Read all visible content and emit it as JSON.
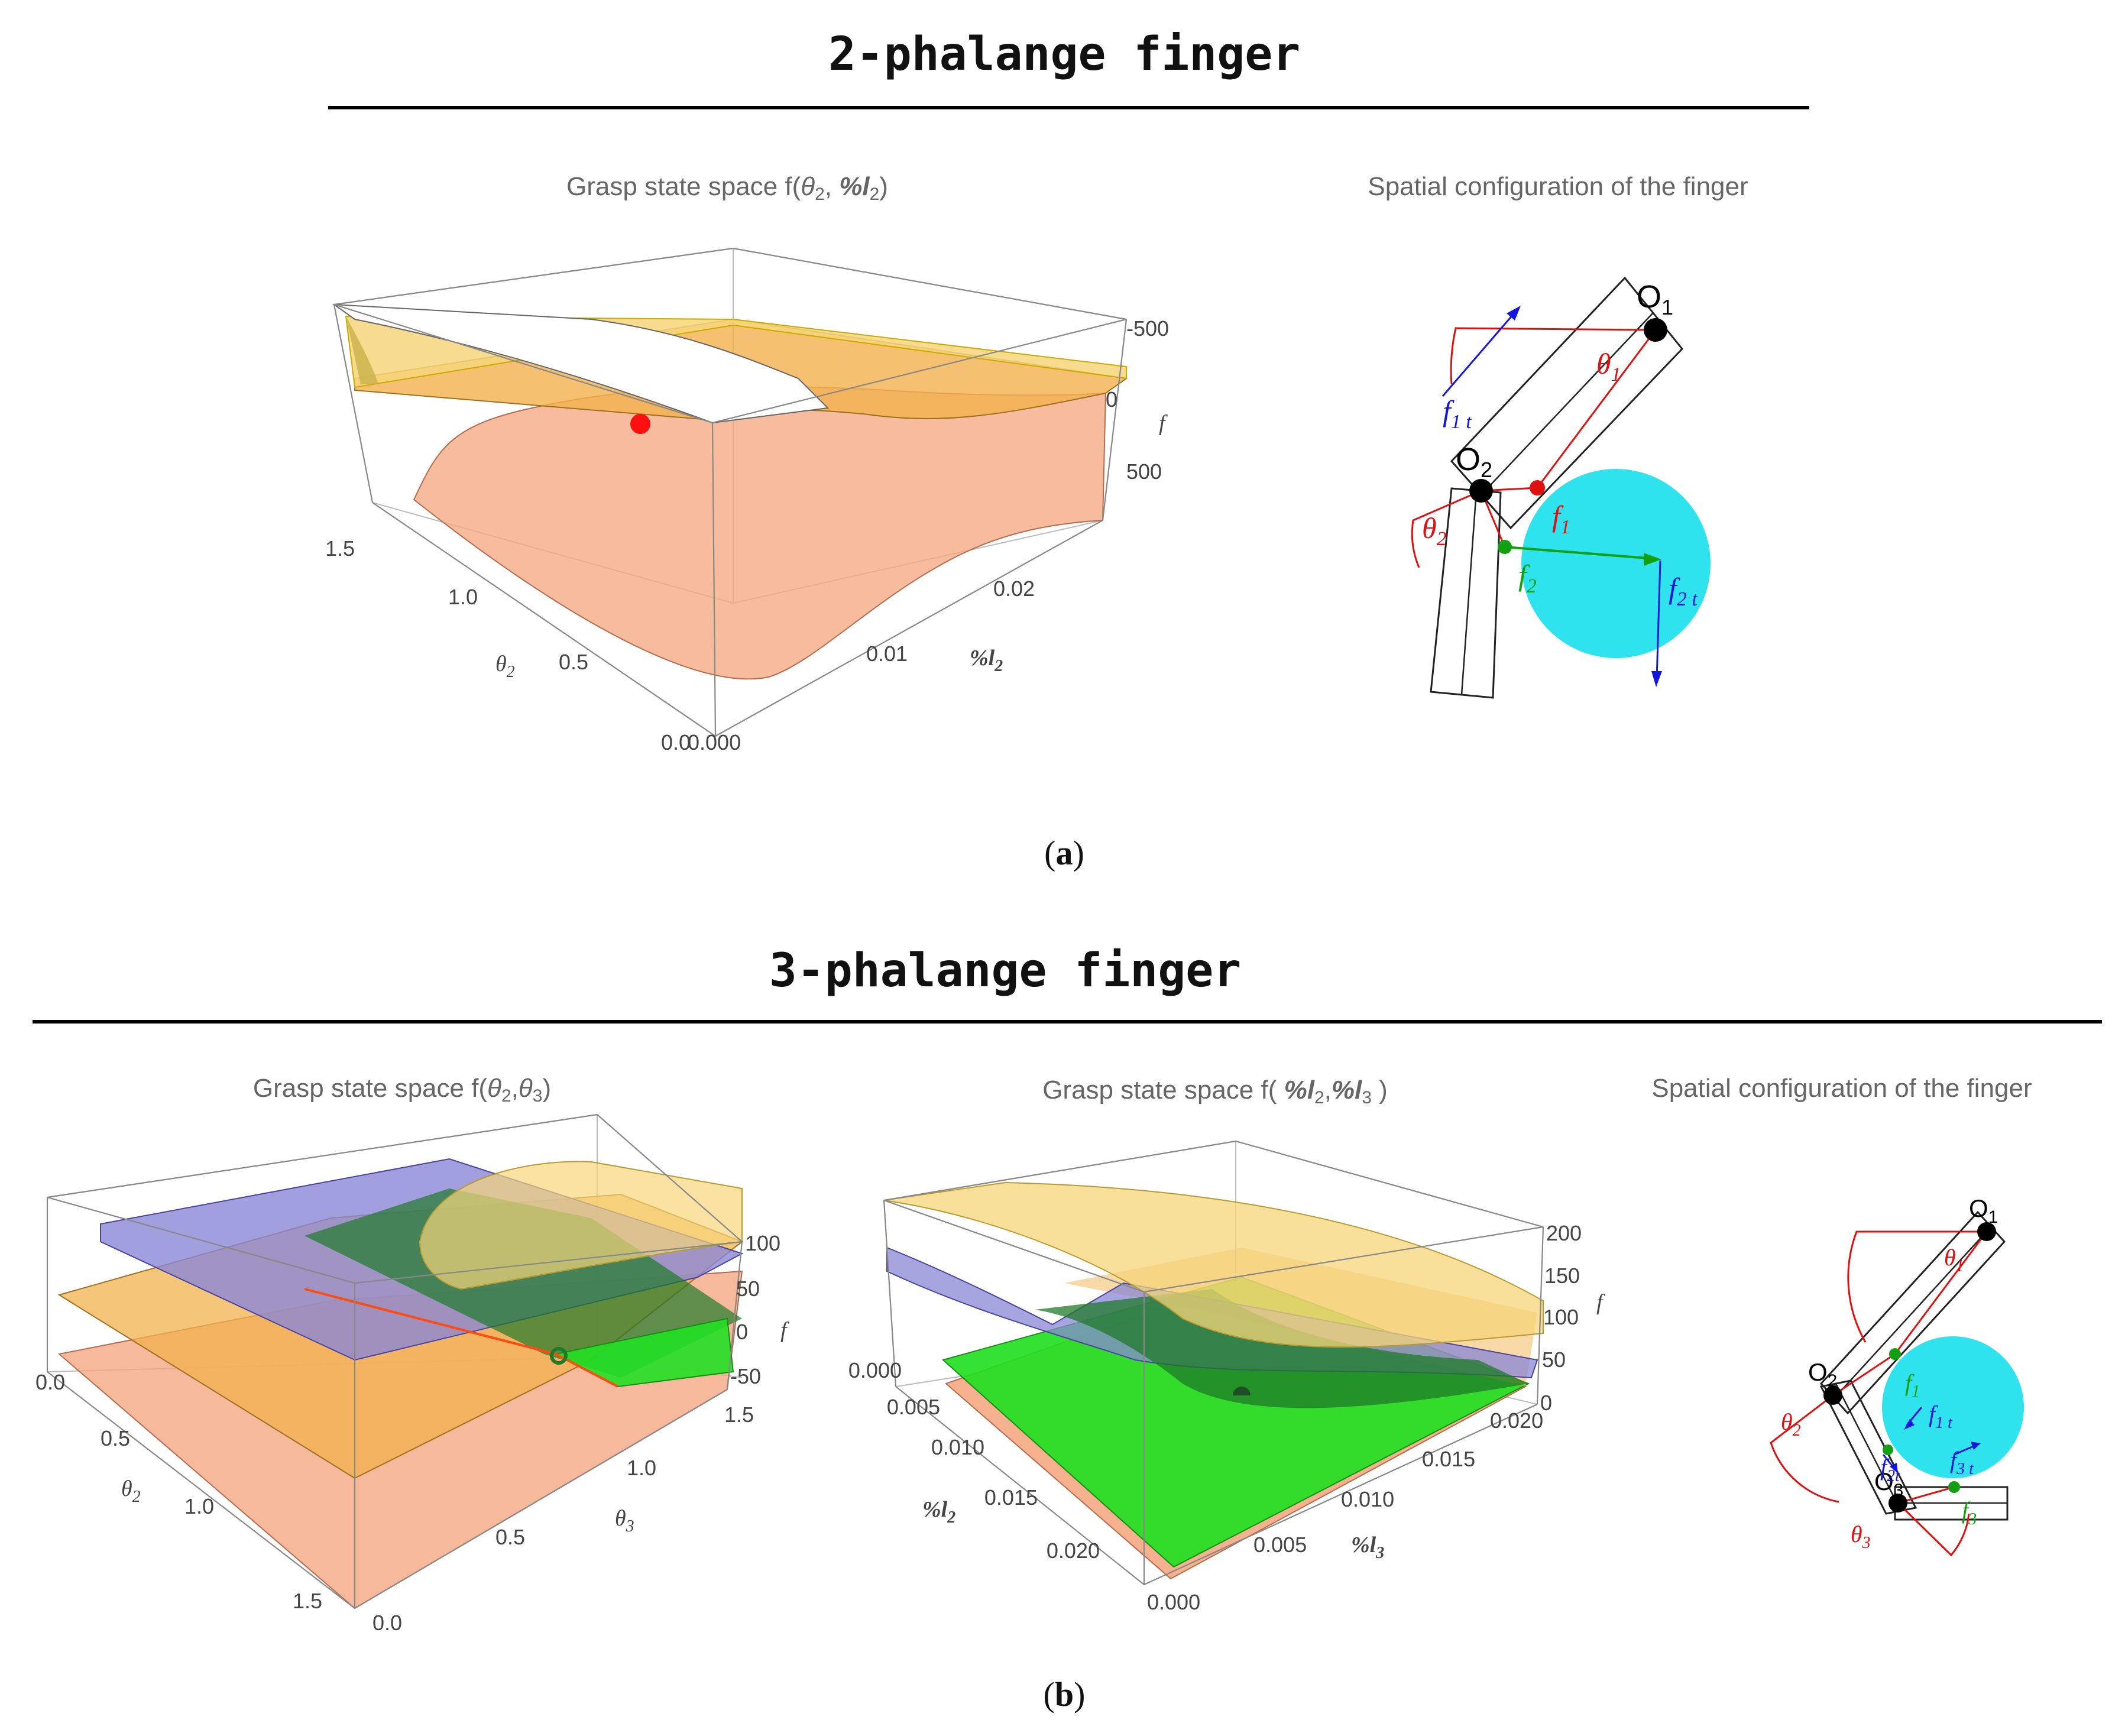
{
  "section_a": {
    "heading": "2-phalange finger",
    "caption": "a",
    "plot": {
      "title_prefix": "Grasp state space f(",
      "title_theta": "θ",
      "title_theta_sub": "2",
      "title_sep": ", ",
      "title_pl": "%l",
      "title_pl_sub": "2",
      "title_suffix": ")",
      "f_ticks": [
        "-500",
        "0",
        "500"
      ],
      "f_label": "f",
      "theta_ticks": [
        "1.5",
        "1.0",
        "0.5",
        "0.0"
      ],
      "theta_label": "θ",
      "theta_label_sub": "2",
      "pl_ticks": [
        "0.02",
        "0.01",
        "0.000"
      ],
      "pl_label": "%l",
      "pl_label_sub": "2"
    },
    "config": {
      "title": "Spatial configuration of the finger",
      "O1": "O",
      "O1_sub": "1",
      "O2": "O",
      "O2_sub": "2",
      "theta1": "θ",
      "theta1_sub": "1",
      "theta2": "θ",
      "theta2_sub": "2",
      "f1": "f",
      "f1_sub": "1",
      "f2": "f",
      "f2_sub": "2",
      "f1t": "f",
      "f1t_sub": "1 t",
      "f2t": "f",
      "f2t_sub": "2 t"
    }
  },
  "section_b": {
    "heading": "3-phalange finger",
    "caption": "b",
    "plot1": {
      "title_prefix": "Grasp state space f(",
      "title_a": "θ",
      "title_a_sub": "2",
      "title_sep": ",",
      "title_b": "θ",
      "title_b_sub": "3",
      "title_suffix": ")",
      "f_ticks": [
        "100",
        "50",
        "0",
        "-50"
      ],
      "f_label": "f",
      "theta2_ticks": [
        "0.0",
        "0.5",
        "1.0",
        "1.5"
      ],
      "theta2_label": "θ",
      "theta2_label_sub": "2",
      "theta3_ticks": [
        "1.5",
        "1.0",
        "0.5",
        "0.0"
      ],
      "theta3_label": "θ",
      "theta3_label_sub": "3"
    },
    "plot2": {
      "title_prefix": "Grasp state space f( ",
      "title_a": "%l",
      "title_a_sub": "2",
      "title_sep": ",",
      "title_b": "%l",
      "title_b_sub": "3",
      "title_suffix": " )",
      "f_ticks": [
        "200",
        "150",
        "100",
        "50",
        "0"
      ],
      "f_label": "f",
      "l2_ticks": [
        "0.000",
        "0.005",
        "0.010",
        "0.015",
        "0.020"
      ],
      "l2_label": "%l",
      "l2_label_sub": "2",
      "l3_ticks": [
        "0.020",
        "0.015",
        "0.010",
        "0.005",
        "0.000"
      ],
      "l3_label": "%l",
      "l3_label_sub": "3"
    },
    "config": {
      "title": "Spatial configuration of the finger",
      "O1": "O",
      "O1_sub": "1",
      "O2": "O",
      "O2_sub": "2",
      "O3": "O",
      "O3_sub": "3",
      "theta1": "θ",
      "theta1_sub": "1",
      "theta2": "θ",
      "theta2_sub": "2",
      "theta3": "θ",
      "theta3_sub": "3",
      "f1": "f",
      "f1_sub": "1",
      "f3": "f",
      "f3_sub": "3",
      "f1t": "f",
      "f1t_sub": "1 t",
      "f2t": "f",
      "f2t_sub": "2t",
      "f3t": "f",
      "f3t_sub": "3 t"
    }
  },
  "colors": {
    "salmon": "#f5a882",
    "orange": "#f2b24e",
    "yellow": "#f6d57a",
    "blue": "#8a87d6",
    "green": "#22e022",
    "darkgreen": "#1f7a2a",
    "cyan": "#2fe3ee",
    "red": "#e01010",
    "arrowblue": "#1515e0",
    "arrowgreen": "#12a012"
  }
}
